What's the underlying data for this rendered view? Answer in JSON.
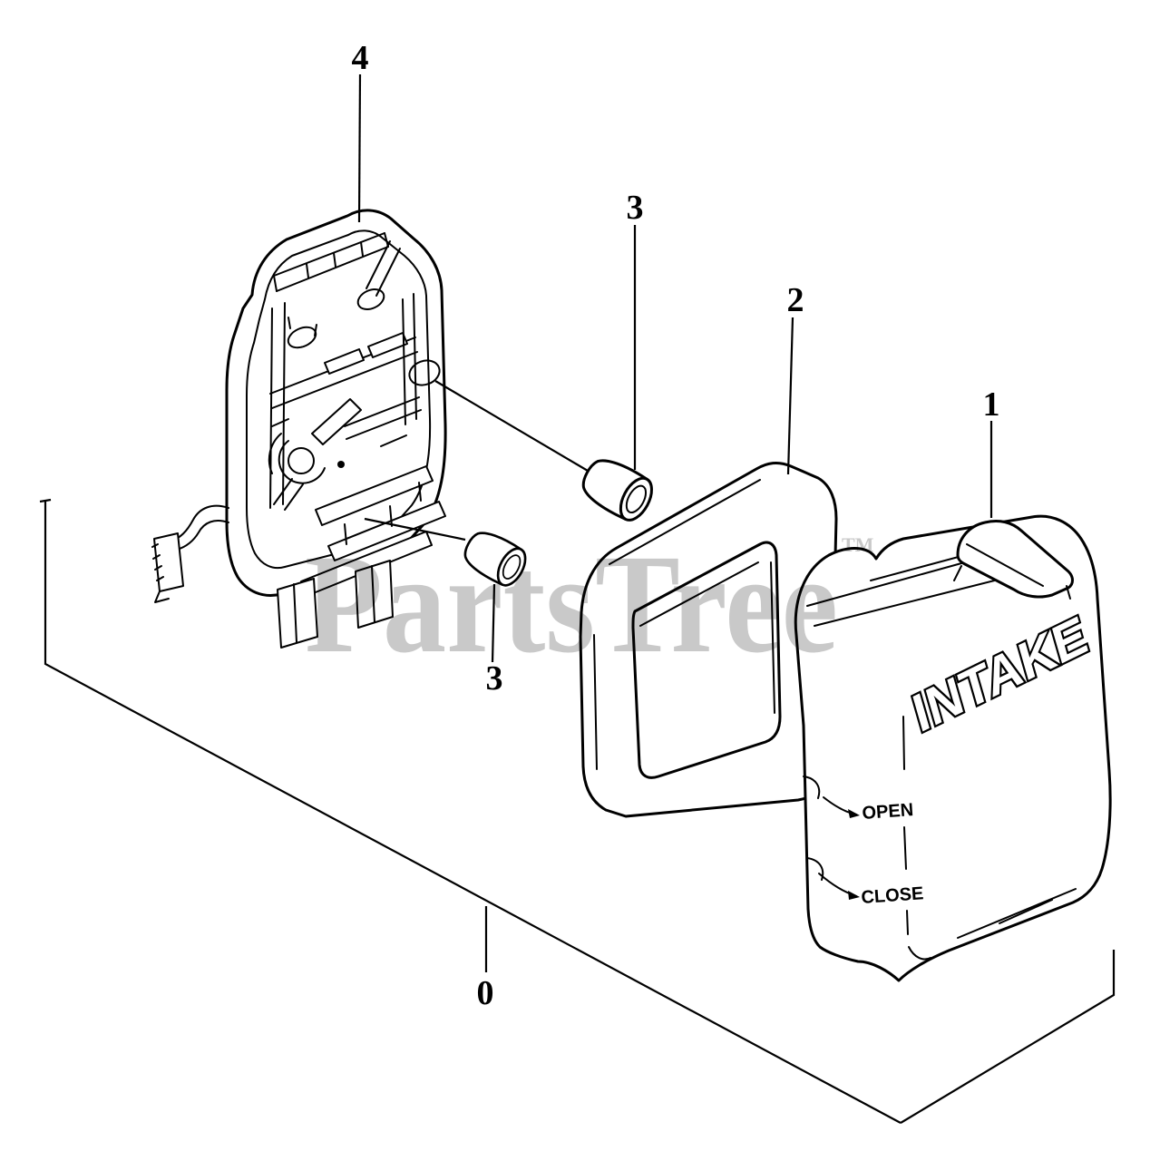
{
  "page": {
    "background": "#ffffff",
    "line_color": "#000000"
  },
  "watermark": {
    "text": "PartsTree",
    "tm": "TM",
    "color": "#c9c9c9"
  },
  "callouts": {
    "part4": "4",
    "part3_upper": "3",
    "part2": "2",
    "part1": "1",
    "part3_lower": "3",
    "assembly": "0"
  },
  "cover": {
    "embossed": "INTAKE",
    "vent_open": "OPEN",
    "vent_close": "CLOSE"
  }
}
